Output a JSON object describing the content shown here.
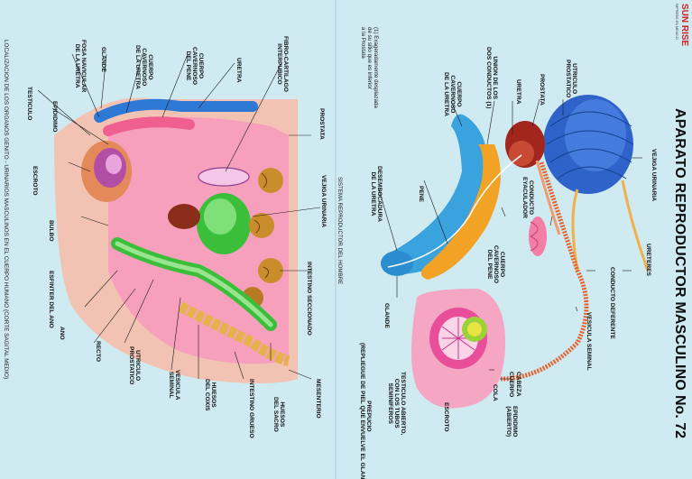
{
  "brand": {
    "name": "SUN RISE",
    "tagline": "IMPRESO EN MEXICO"
  },
  "title": "APARATO REPRODUCTOR MASCULINO",
  "plate_number": "No. 72",
  "system_caption": "SISTEMA REPRODUCTOR DEL HOMBRE",
  "location_caption": "LOCALIZACION DE LOS ORGANOS GENITO - URINARIOS MASCULINOS EN EL CUERPO HUMANO (CORTE SAGITAL MEDIO)",
  "footnote": "(1) Exageradamente desplazada\nde su sitio que es inferior\na la Prostata",
  "right_labels": {
    "vejiga": "VEJIGA URINARIA",
    "utriculo": "UTRICULO\nPROSTATICO",
    "prostata": "PROSTATA",
    "uretra": "URETRA",
    "union": "UNION DE LOS\nDOS CONDUCTOS (1)",
    "cuerpo_uretra": "CUERPO\nCAVERNOSO\nDE LA URETRA",
    "ureteres": "URETERES",
    "conducto_deferente": "CONDUCTO DEFERENTE",
    "conducto_eyaculador": "CONDUCTO\nEYACULADOR",
    "vesicula": "VESICULA SEMINAL",
    "cuerpo_pene": "CUERPO\nCAVERNOSO\nDEL PENE",
    "pene": "PENE",
    "desembocadura": "DESEMBOCADURA\nDE LA URETRA",
    "glande": "GLANDE",
    "prepucio": "PREPUCIO\n(REPLIEGUE DE PIEL QUE ENVUELVE EL GLANDE)",
    "cabeza": "CABEZA",
    "cuerpo": "CUERPO",
    "cola": "COLA",
    "epididimo": "EPIDIDIMO\n(ABIERTO)",
    "testiculo": "TESTICULO ABIERTO,\nCON LOS TUBOS\nSEMINIFEROS",
    "escroto": "ESCROTO"
  },
  "left_labels": {
    "prostata": "PROSTATA",
    "vejiga": "VEJIGA URINARIA",
    "intestino_seccionado": "INTESTINO SECCIONADO",
    "mesenterio": "MESENTERIO",
    "huesos_sacro": "HUESOS\nDEL SACRO",
    "intestino_grueso": "INTESTINO GRUESO",
    "huesos_coxis": "HUESOS\nDEL COXIS",
    "vesicula": "VESICULA\nSEMINAL",
    "utriculo": "UTRICULO\nPROSTATICO",
    "recto": "RECTO",
    "ano": "ANO",
    "esfinter": "ESFINTER DEL ANO",
    "bulbo": "BULBO",
    "escroto": "ESCROTO",
    "testiculo": "TESTICULO",
    "epididimo": "EPIDIDIMO",
    "fosa": "FOSA NAVICULAR\nDE LA URETRA",
    "glande": "GLANDE",
    "cuerpo_uretra": "CUERPO\nCAVERNOSO\nDE LA URETRA",
    "cuerpo_pene": "CUERPO\nCAVERNOSO\nDEL PENE",
    "uretra": "URETRA",
    "fibro": "FIBRO-CARTILAGO\nINTERPUBICO"
  },
  "colors": {
    "background": "#cfeaf1",
    "bladder": "#2f63c9",
    "corpus_urethra": "#3aa2dd",
    "corpus_penis": "#f2a326",
    "prostate": "#a3261c",
    "tissue_pink": "#ef8fb4",
    "seminal_vesicle_green": "#3bbf3b",
    "brand_red": "#d3201f"
  }
}
